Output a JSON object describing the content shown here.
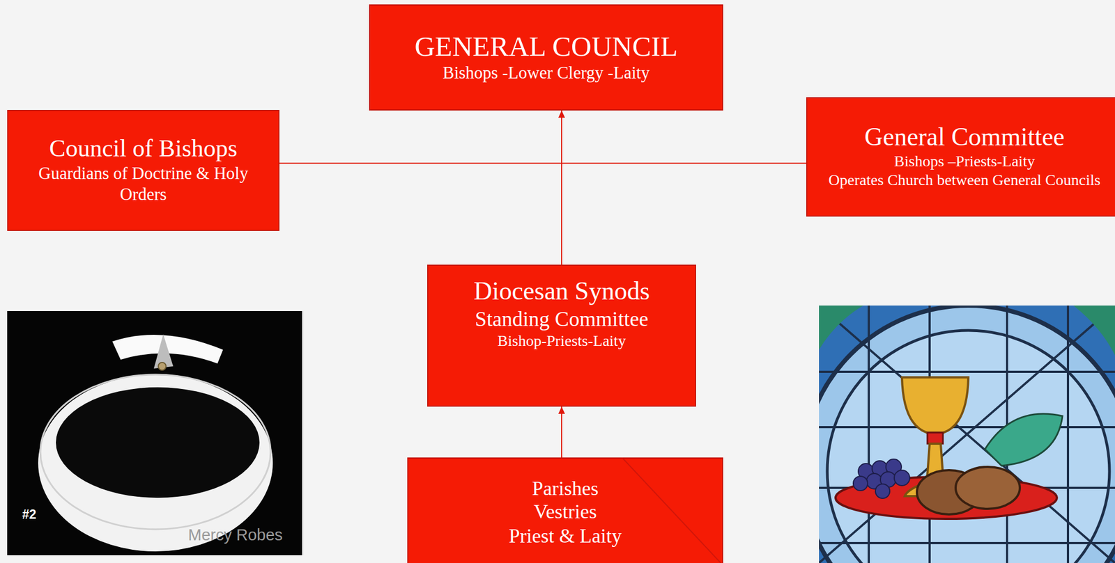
{
  "diagram": {
    "nodes": [
      {
        "text": [
          "GENERAL COUNCIL",
          "Bishops -Lower Clergy -Laity"
        ]
      },
      {
        "text": [
          "Council of Bishops",
          "Guardians of Doctrine & Holy Orders"
        ]
      },
      {
        "text": [
          "General Committee",
          "Bishops –Priests-Laity",
          "Operates Church between General Councils"
        ]
      },
      {
        "text": [
          "Diocesan Synods",
          "Standing Committee",
          "Bishop-Priests-Laity"
        ]
      },
      {
        "text": [
          "Parishes",
          "Vestries",
          "Priest & Laity"
        ]
      }
    ],
    "edges": [
      {
        "from": 4,
        "to": 3,
        "arrow": "to"
      },
      {
        "from": 3,
        "to": 0,
        "arrow": "to"
      },
      {
        "from": 1,
        "to": 2,
        "arrow": "none"
      }
    ],
    "labels": [
      "#2",
      "Mercy Robes"
    ]
  }
}
